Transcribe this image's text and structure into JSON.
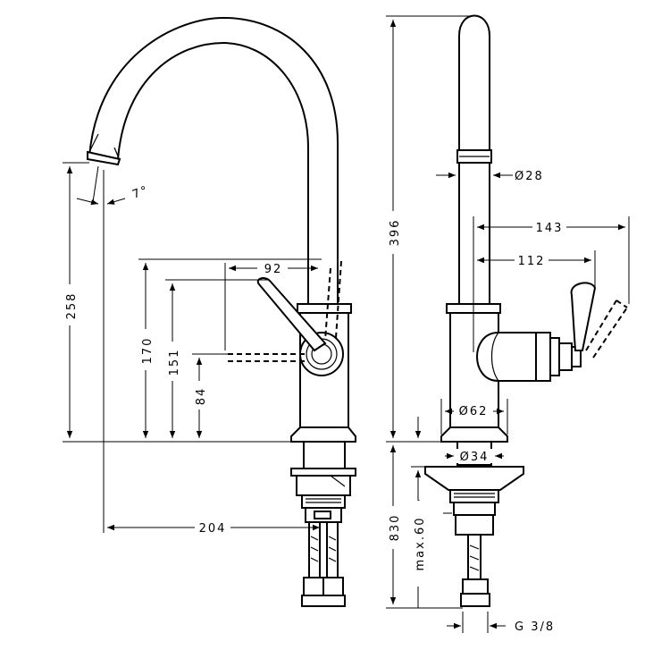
{
  "dimensions": {
    "d_396": "396",
    "d_258": "258",
    "d_170": "170",
    "d_151": "151",
    "d_84": "84",
    "d_92": "92",
    "d_204": "204",
    "d_7deg": "7°",
    "d_dia28": "Ø28",
    "d_143": "143",
    "d_112": "112",
    "d_dia62": "Ø62",
    "d_dia34": "Ø34",
    "d_830": "830",
    "d_max60": "max.60",
    "d_g38": "G 3/8"
  }
}
